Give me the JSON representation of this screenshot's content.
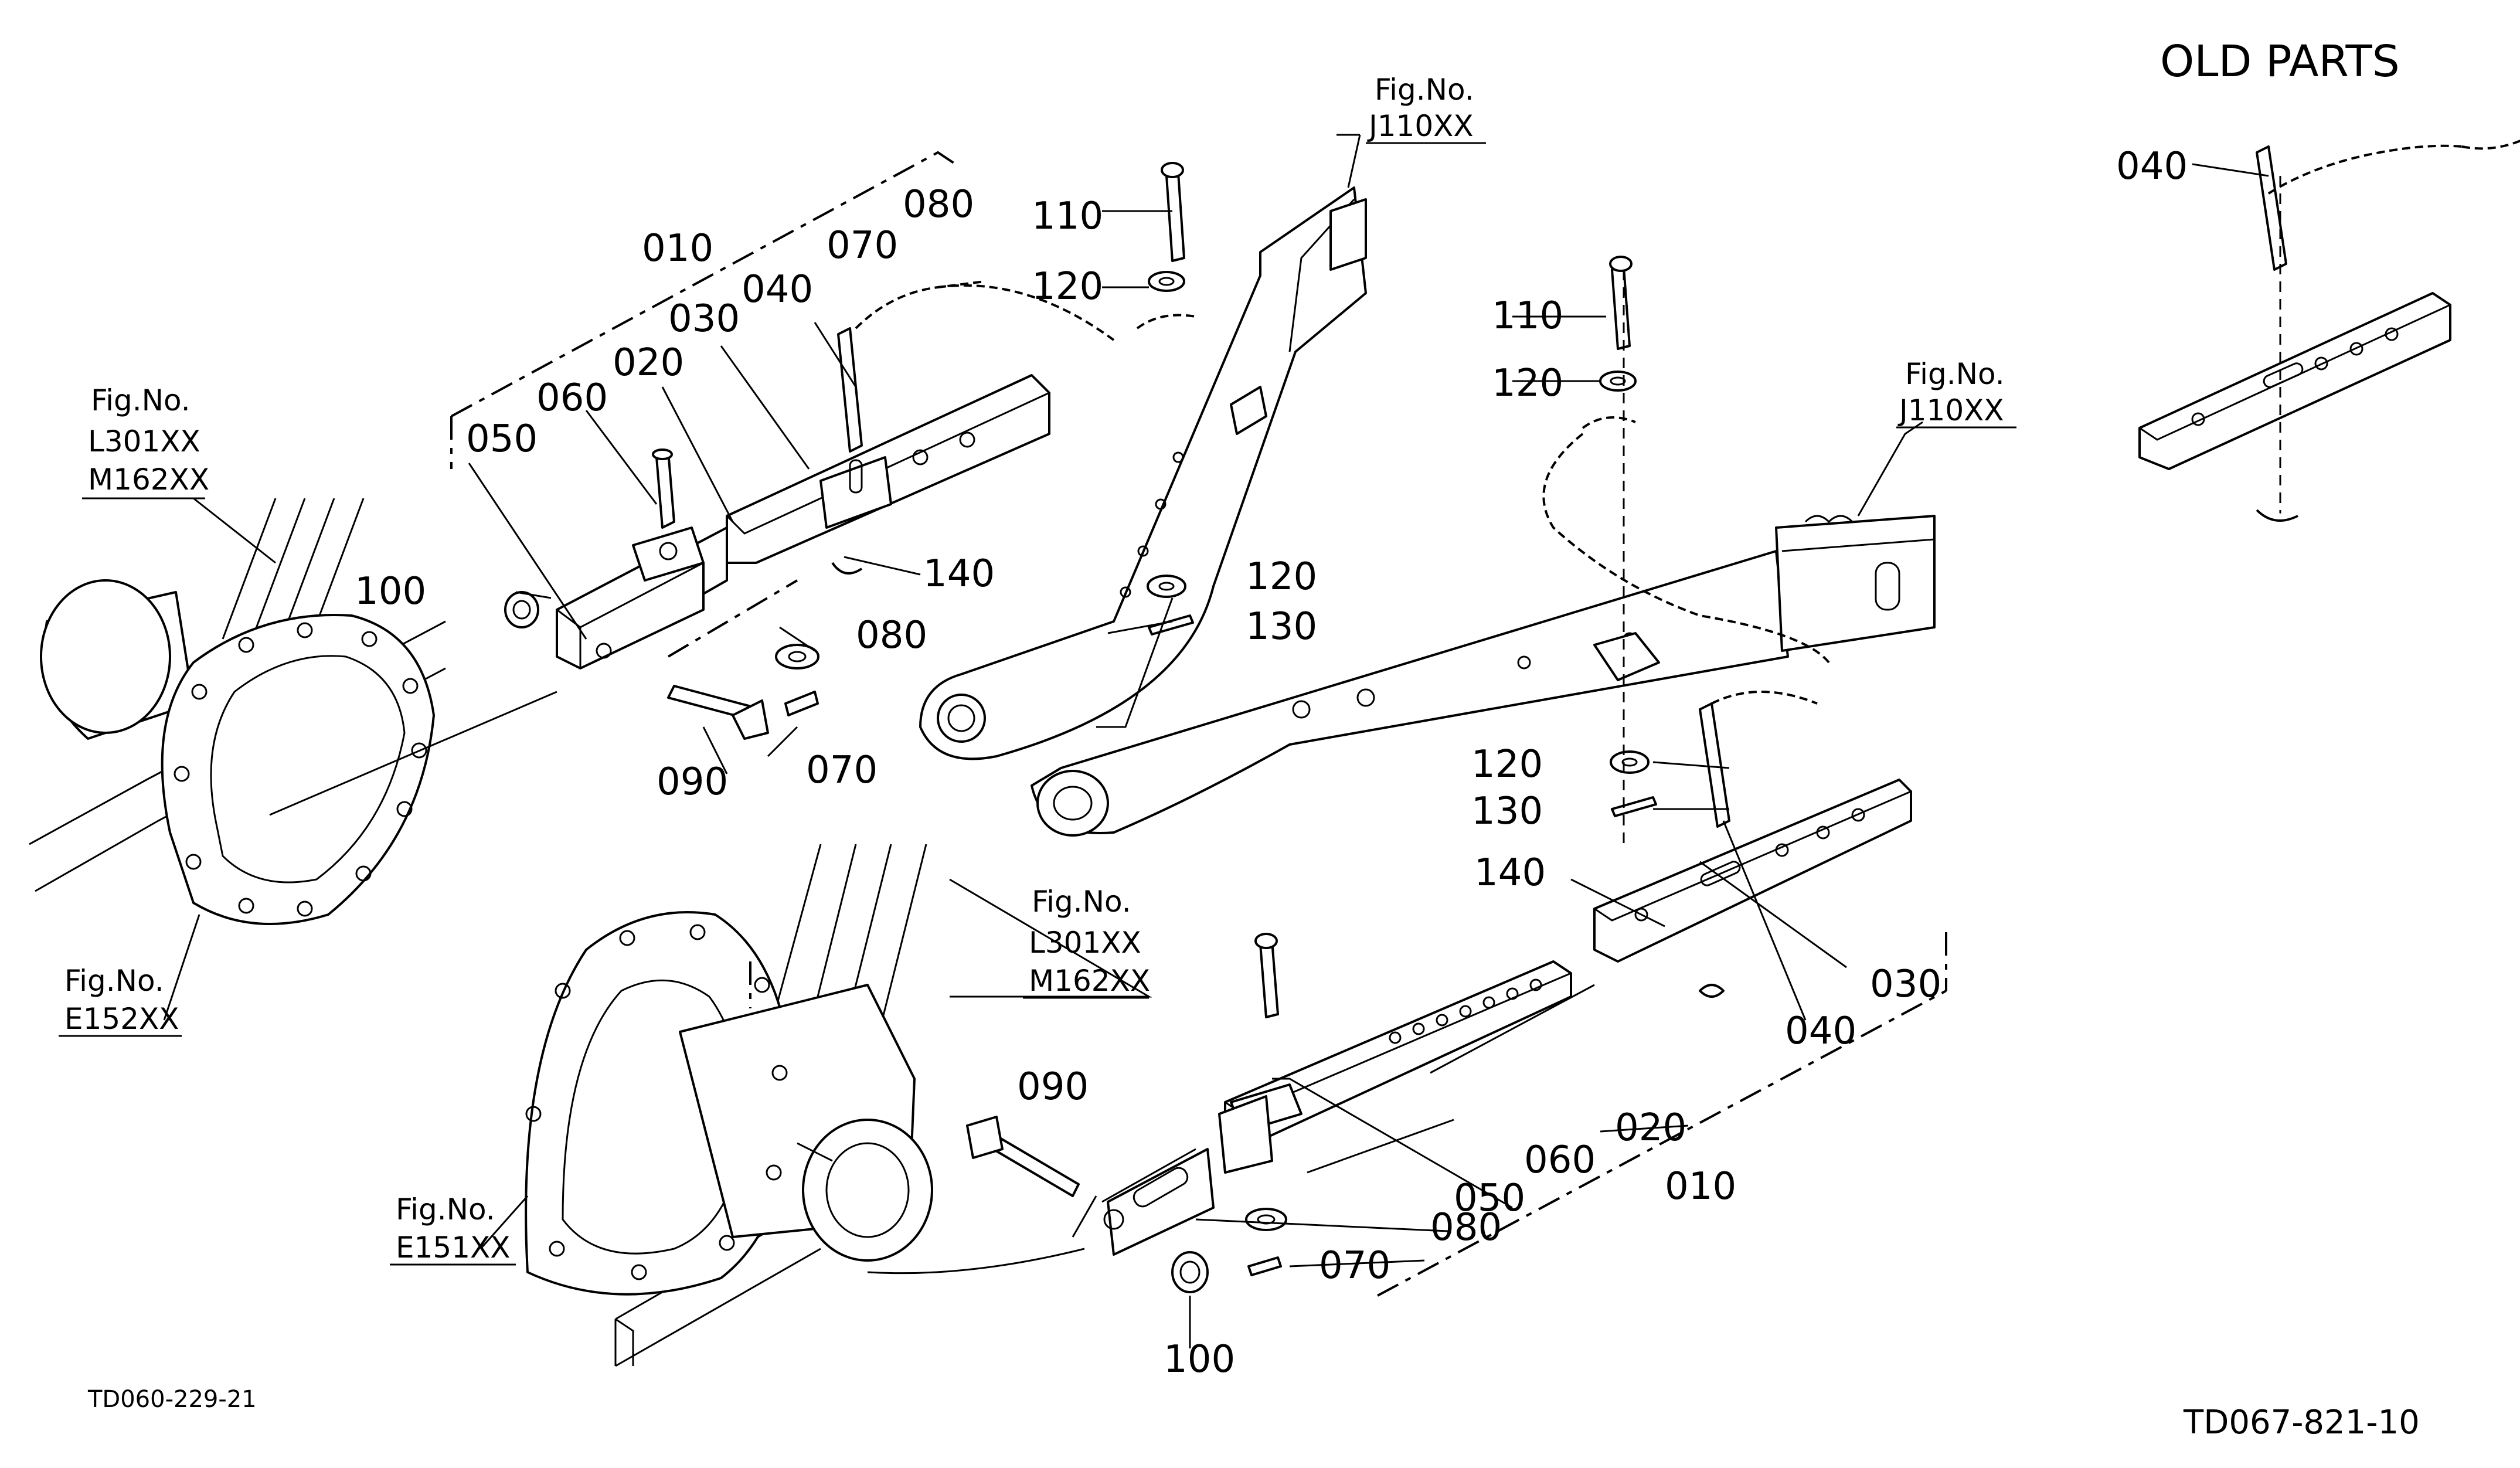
{
  "title": "OLD PARTS",
  "drawing_codes": {
    "left": "TD060-229-21",
    "right": "TD067-821-10"
  },
  "fig_refs": {
    "j110_top": {
      "line1": "Fig.No.",
      "line2": "J110XX"
    },
    "j110_right": {
      "line1": "Fig.No.",
      "line2": "J110XX"
    },
    "l301_left": {
      "line1": "Fig.No.",
      "line2": "L301XX",
      "line3": "M162XX"
    },
    "l301_mid": {
      "line1": "Fig.No.",
      "line2": "L301XX",
      "line3": "M162XX"
    },
    "e152": {
      "line1": "Fig.No.",
      "line2": "E152XX"
    },
    "e151": {
      "line1": "Fig.No.",
      "line2": "E151XX"
    }
  },
  "callouts": {
    "upper_assembly": {
      "p010": "010",
      "p020": "020",
      "p030": "030",
      "p040": "040",
      "p050": "050",
      "p060": "060",
      "p070a": "070",
      "p080a": "080",
      "p070b": "070",
      "p080b": "080",
      "p090": "090",
      "p100": "100",
      "p110": "110",
      "p120a": "120",
      "p120b": "120",
      "p130": "130",
      "p140": "140"
    },
    "lower_assembly": {
      "p110": "110",
      "p120a": "120",
      "p120b": "120",
      "p130": "130",
      "p140": "140",
      "p040": "040",
      "p030": "030",
      "p020": "020",
      "p060": "060",
      "p010": "010",
      "p050": "050",
      "p080": "080",
      "p070": "070",
      "p090": "090",
      "p100": "100"
    },
    "old_parts": {
      "p040": "040"
    }
  }
}
